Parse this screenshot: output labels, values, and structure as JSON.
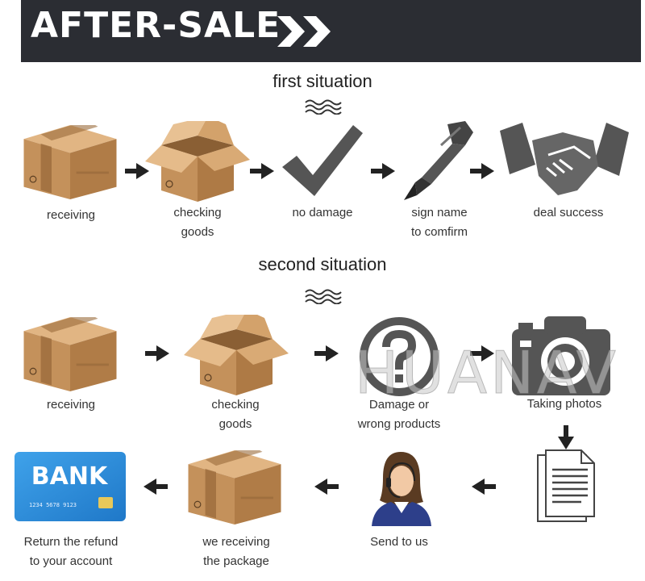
{
  "header": {
    "title": "AFTER-SALE"
  },
  "first": {
    "title": "first situation",
    "steps": [
      {
        "line1": "receiving",
        "line2": ""
      },
      {
        "line1": "checking",
        "line2": "goods"
      },
      {
        "line1": "no damage",
        "line2": ""
      },
      {
        "line1": "sign name",
        "line2": "to comfirm"
      },
      {
        "line1": "deal success",
        "line2": ""
      }
    ]
  },
  "second": {
    "title": "second situation",
    "steps": [
      {
        "line1": "receiving",
        "line2": ""
      },
      {
        "line1": "checking",
        "line2": "goods"
      },
      {
        "line1": "Damage or",
        "line2": "wrong products"
      },
      {
        "line1": "Taking photos",
        "line2": ""
      }
    ],
    "bottom_steps": [
      {
        "line1": "Return the refund",
        "line2": "to your account"
      },
      {
        "line1": "we receiving",
        "line2": "the package"
      },
      {
        "line1": "Send to us",
        "line2": ""
      }
    ]
  },
  "bank_card": {
    "name": "BANK",
    "number": "1234 5678 9123"
  },
  "watermark": "HUANAV",
  "colors": {
    "header_bg": "#2b2d33",
    "bank_blue": "#2a8fe0",
    "icon_gray": "#555555",
    "box_tan": "#c99760"
  },
  "icons": [
    "box-closed-icon",
    "box-open-icon",
    "checkmark-icon",
    "pen-icon",
    "handshake-icon",
    "question-icon",
    "camera-icon",
    "document-icon",
    "support-agent-icon",
    "bank-card-icon",
    "arrow-icon",
    "waves-icon"
  ]
}
